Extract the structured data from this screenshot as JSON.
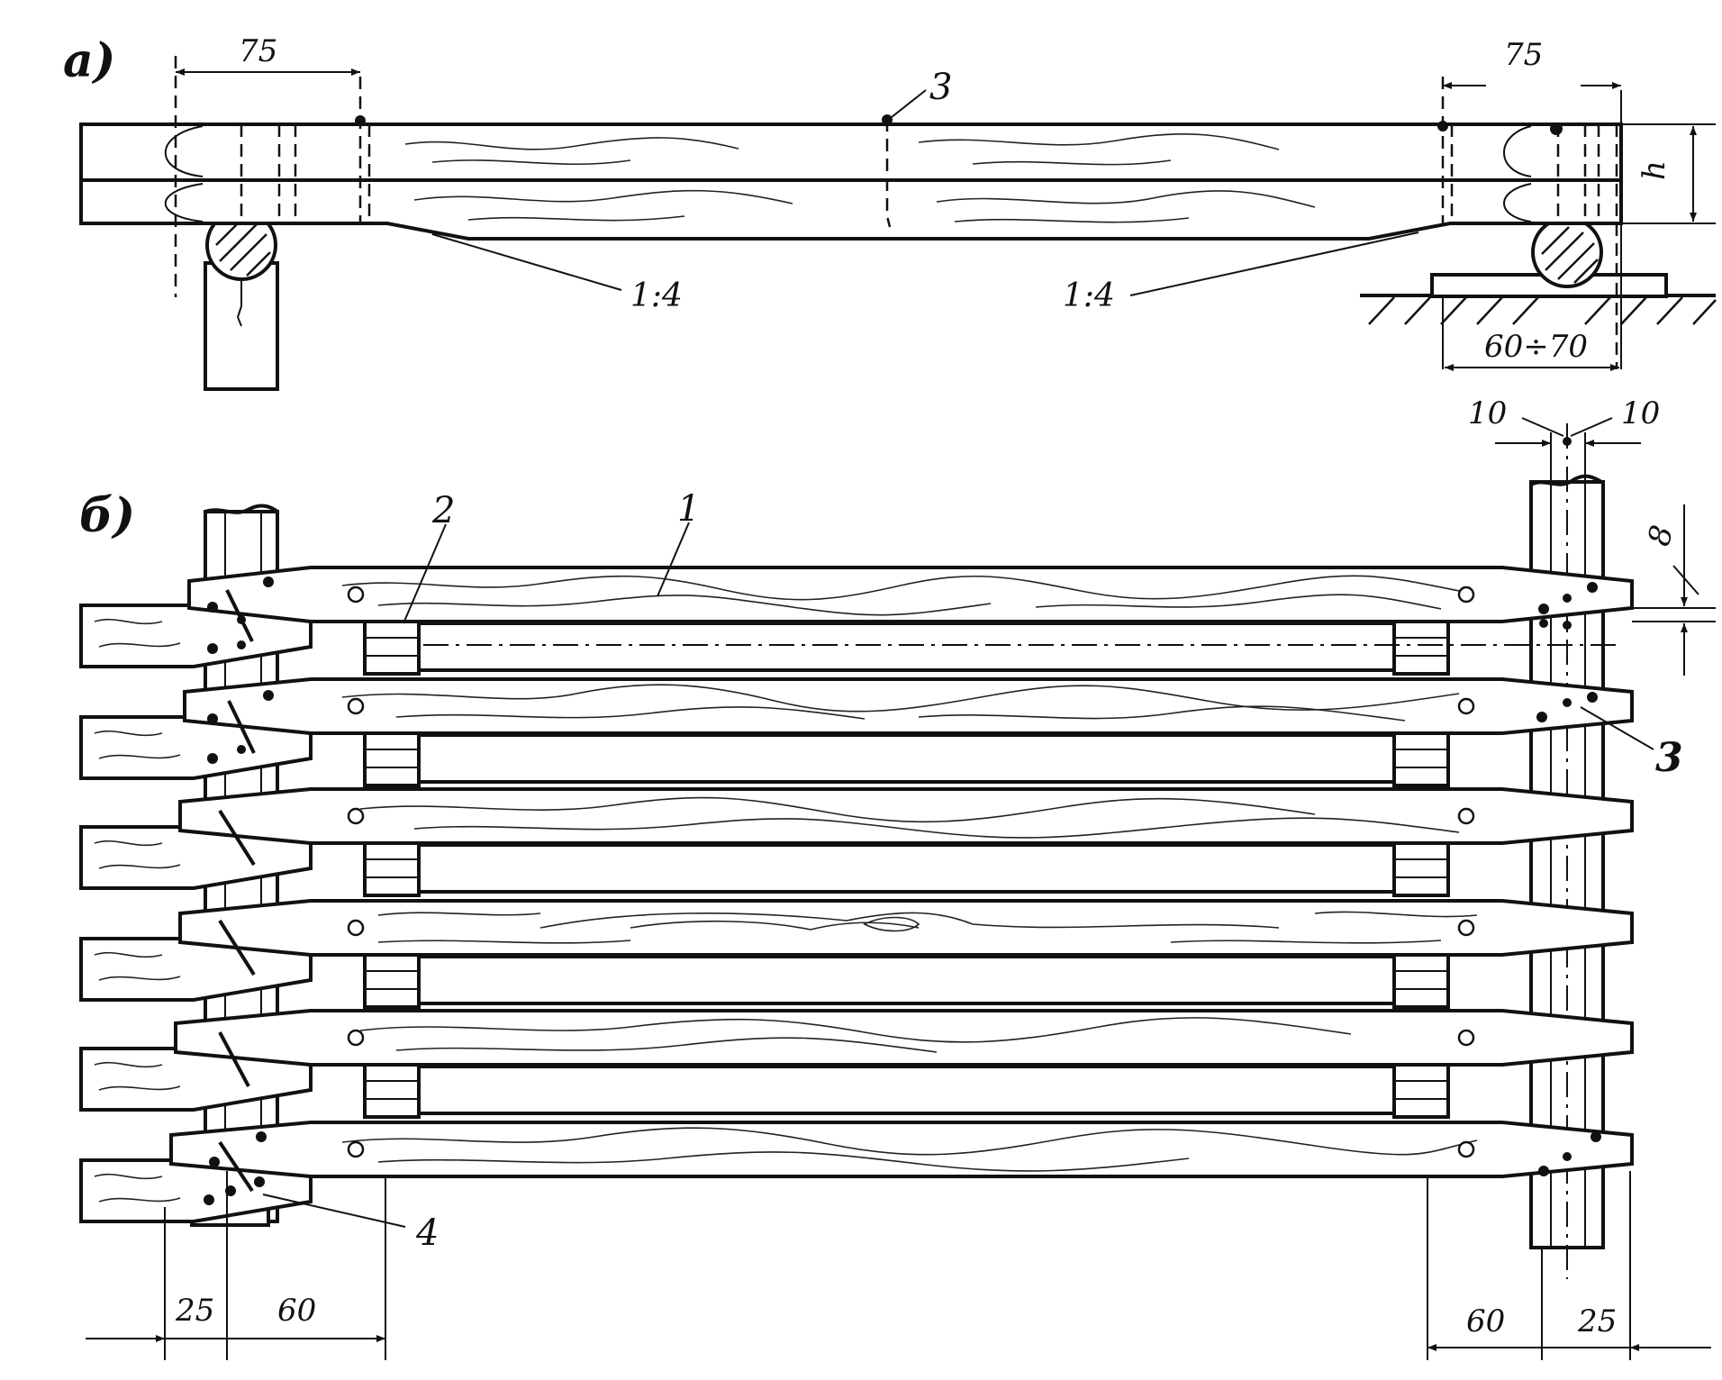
{
  "labels": {
    "view_a": "а)",
    "view_b": "б)",
    "dim_75_left": "75",
    "dim_75_right": "75",
    "slope_left": "1:4",
    "slope_right": "1:4",
    "dim_h": "h",
    "dim_60_70": "60÷70",
    "dim_10_left": "10",
    "dim_10_right": "10",
    "dim_8": "8",
    "dim_25_left": "25",
    "dim_60_left": "60",
    "dim_60_right": "60",
    "dim_25_right": "25",
    "callout_1": "1",
    "callout_2": "2",
    "callout_3_top": "3",
    "callout_3_side": "3",
    "callout_4": "4"
  }
}
